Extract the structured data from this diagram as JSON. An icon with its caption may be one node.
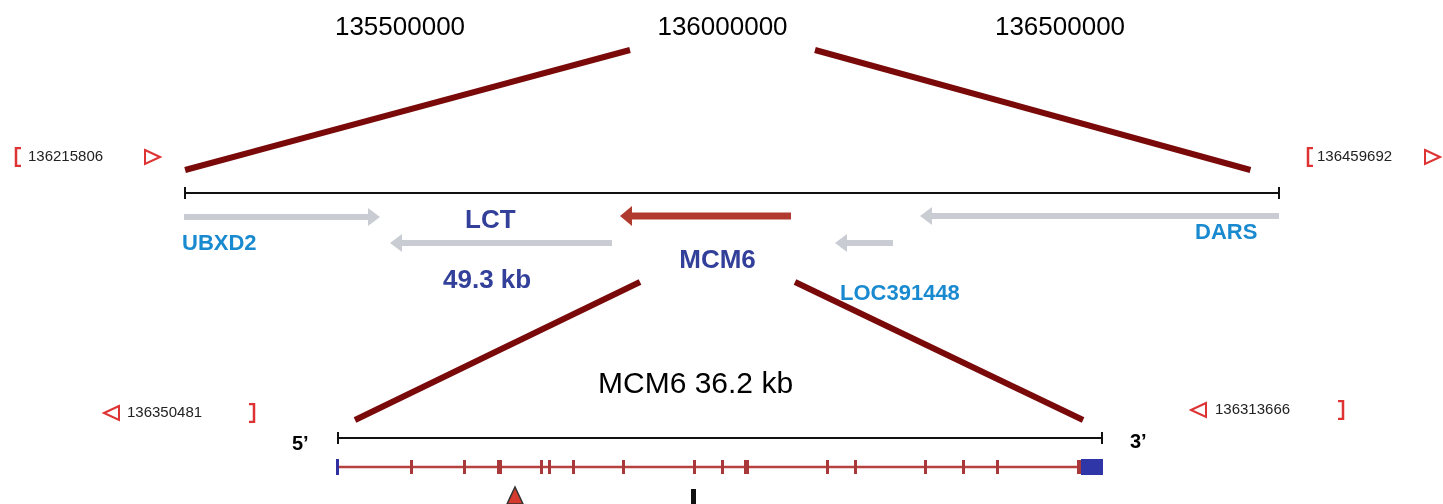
{
  "diagram": {
    "nodes": [
      {
        "text": [
          "136000000"
        ]
      },
      {
        "text": [],
        "shape": "bar"
      },
      {
        "text": [
          "MCM6"
        ]
      },
      {
        "text": [],
        "shape": "bar"
      }
    ],
    "edges": [
      {
        "from": 0,
        "to": 1,
        "arrow": "none"
      },
      {
        "from": 0,
        "to": 1,
        "arrow": "none"
      },
      {
        "from": 2,
        "to": 3,
        "arrow": "none"
      },
      {
        "from": 2,
        "to": 3,
        "arrow": "none"
      }
    ],
    "labels": [
      "135500000",
      "136500000",
      "136215806",
      "136459692",
      "LCT",
      "UBXD2",
      "DARS",
      "49.3 kb",
      "LOC391448",
      "MCM6 36.2 kb",
      "136350481",
      "136313666",
      "5’",
      "3’"
    ]
  }
}
